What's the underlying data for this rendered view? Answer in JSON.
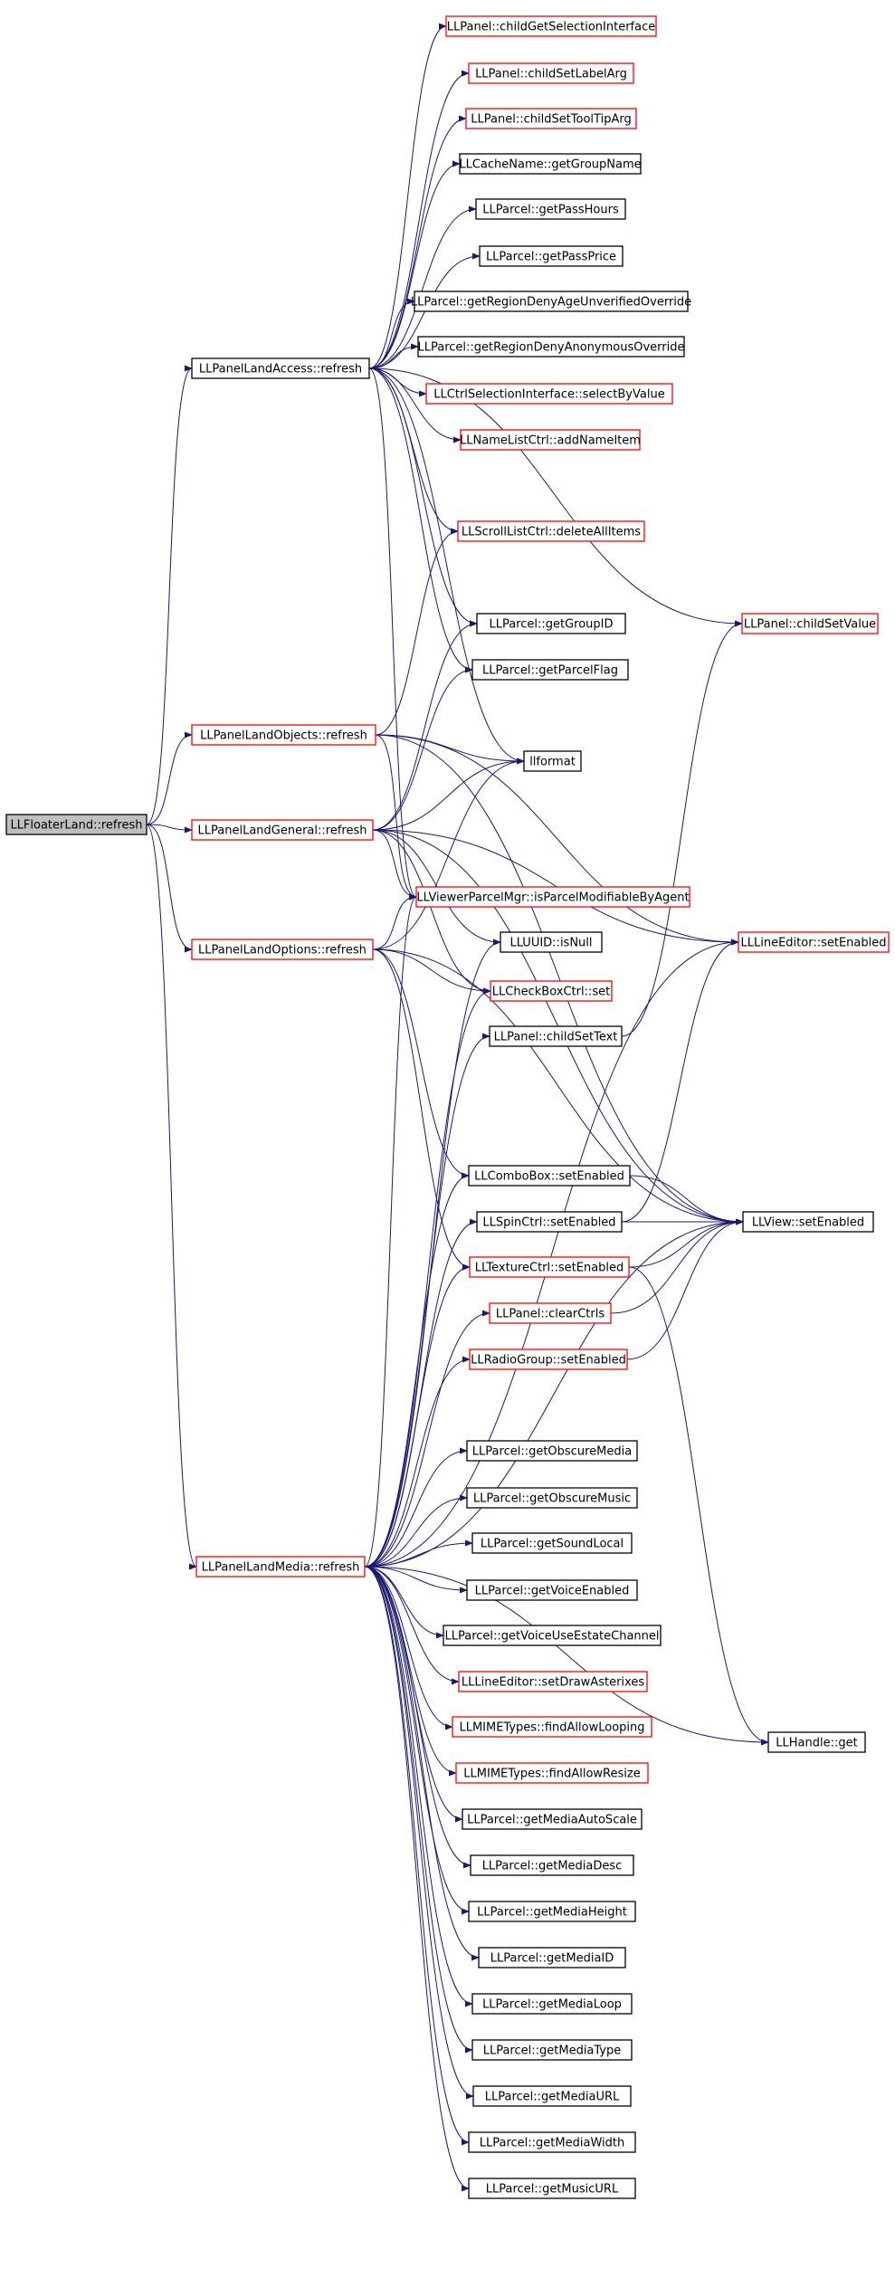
{
  "colors": {
    "edge": "#191970",
    "border_default": "#000000",
    "border_truncated": "#ff0000",
    "root_fill": "#bfbfbf",
    "fill": "#ffffff"
  },
  "nodes": [
    {
      "id": "floater",
      "label": "LLFloaterLand::refresh",
      "style": "root"
    },
    {
      "id": "access",
      "label": "LLPanelLandAccess::refresh",
      "style": "normal"
    },
    {
      "id": "objects",
      "label": "LLPanelLandObjects::refresh",
      "style": "truncated"
    },
    {
      "id": "general",
      "label": "LLPanelLandGeneral::refresh",
      "style": "truncated"
    },
    {
      "id": "options",
      "label": "LLPanelLandOptions::refresh",
      "style": "truncated"
    },
    {
      "id": "media",
      "label": "LLPanelLandMedia::refresh",
      "style": "truncated"
    },
    {
      "id": "childGetSel",
      "label": "LLPanel::childGetSelectionInterface",
      "style": "truncated"
    },
    {
      "id": "childSetLabel",
      "label": "LLPanel::childSetLabelArg",
      "style": "truncated"
    },
    {
      "id": "childSetTool",
      "label": "LLPanel::childSetToolTipArg",
      "style": "truncated"
    },
    {
      "id": "getGroupName",
      "label": "LLCacheName::getGroupName",
      "style": "normal"
    },
    {
      "id": "getPassHours",
      "label": "LLParcel::getPassHours",
      "style": "normal"
    },
    {
      "id": "getPassPrice",
      "label": "LLParcel::getPassPrice",
      "style": "normal"
    },
    {
      "id": "denyAge",
      "label": "LLParcel::getRegionDenyAgeUnverifiedOverride",
      "style": "normal"
    },
    {
      "id": "denyAnon",
      "label": "LLParcel::getRegionDenyAnonymousOverride",
      "style": "normal"
    },
    {
      "id": "selectByValue",
      "label": "LLCtrlSelectionInterface::selectByValue",
      "style": "truncated"
    },
    {
      "id": "addNameItem",
      "label": "LLNameListCtrl::addNameItem",
      "style": "truncated"
    },
    {
      "id": "deleteAll",
      "label": "LLScrollListCtrl::deleteAllItems",
      "style": "truncated"
    },
    {
      "id": "childSetValue",
      "label": "LLPanel::childSetValue",
      "style": "truncated"
    },
    {
      "id": "getGroupID",
      "label": "LLParcel::getGroupID",
      "style": "normal"
    },
    {
      "id": "getParcelFlag",
      "label": "LLParcel::getParcelFlag",
      "style": "normal"
    },
    {
      "id": "llformat",
      "label": "llformat",
      "style": "normal"
    },
    {
      "id": "isModifiable",
      "label": "LLViewerParcelMgr::isParcelModifiableByAgent",
      "style": "truncated"
    },
    {
      "id": "lineEditorEnabled",
      "label": "LLLineEditor::setEnabled",
      "style": "truncated"
    },
    {
      "id": "isNull",
      "label": "LLUUID::isNull",
      "style": "normal"
    },
    {
      "id": "checkBoxSet",
      "label": "LLCheckBoxCtrl::set",
      "style": "truncated"
    },
    {
      "id": "childSetText",
      "label": "LLPanel::childSetText",
      "style": "normal"
    },
    {
      "id": "comboEnabled",
      "label": "LLComboBox::setEnabled",
      "style": "normal"
    },
    {
      "id": "viewEnabled",
      "label": "LLView::setEnabled",
      "style": "normal"
    },
    {
      "id": "spinEnabled",
      "label": "LLSpinCtrl::setEnabled",
      "style": "normal"
    },
    {
      "id": "textureEnabled",
      "label": "LLTextureCtrl::setEnabled",
      "style": "truncated"
    },
    {
      "id": "clearCtrls",
      "label": "LLPanel::clearCtrls",
      "style": "truncated"
    },
    {
      "id": "radioEnabled",
      "label": "LLRadioGroup::setEnabled",
      "style": "truncated"
    },
    {
      "id": "obscureMedia",
      "label": "LLParcel::getObscureMedia",
      "style": "normal"
    },
    {
      "id": "obscureMusic",
      "label": "LLParcel::getObscureMusic",
      "style": "normal"
    },
    {
      "id": "soundLocal",
      "label": "LLParcel::getSoundLocal",
      "style": "normal"
    },
    {
      "id": "voiceEnabled",
      "label": "LLParcel::getVoiceEnabled",
      "style": "normal"
    },
    {
      "id": "voiceEstate",
      "label": "LLParcel::getVoiceUseEstateChannel",
      "style": "normal"
    },
    {
      "id": "drawAsterixes",
      "label": "LLLineEditor::setDrawAsterixes",
      "style": "truncated"
    },
    {
      "id": "allowLooping",
      "label": "LLMIMETypes::findAllowLooping",
      "style": "truncated"
    },
    {
      "id": "allowResize",
      "label": "LLMIMETypes::findAllowResize",
      "style": "truncated"
    },
    {
      "id": "handleGet",
      "label": "LLHandle::get",
      "style": "normal"
    },
    {
      "id": "mediaAutoScale",
      "label": "LLParcel::getMediaAutoScale",
      "style": "normal"
    },
    {
      "id": "mediaDesc",
      "label": "LLParcel::getMediaDesc",
      "style": "normal"
    },
    {
      "id": "mediaHeight",
      "label": "LLParcel::getMediaHeight",
      "style": "normal"
    },
    {
      "id": "mediaID",
      "label": "LLParcel::getMediaID",
      "style": "normal"
    },
    {
      "id": "mediaLoop",
      "label": "LLParcel::getMediaLoop",
      "style": "normal"
    },
    {
      "id": "mediaType",
      "label": "LLParcel::getMediaType",
      "style": "normal"
    },
    {
      "id": "mediaURL",
      "label": "LLParcel::getMediaURL",
      "style": "normal"
    },
    {
      "id": "mediaWidth",
      "label": "LLParcel::getMediaWidth",
      "style": "normal"
    },
    {
      "id": "musicURL",
      "label": "LLParcel::getMusicURL",
      "style": "normal"
    }
  ],
  "edges": [
    [
      "floater",
      "access"
    ],
    [
      "floater",
      "objects"
    ],
    [
      "floater",
      "general"
    ],
    [
      "floater",
      "options"
    ],
    [
      "floater",
      "media"
    ],
    [
      "access",
      "childGetSel"
    ],
    [
      "access",
      "childSetLabel"
    ],
    [
      "access",
      "childSetTool"
    ],
    [
      "access",
      "getGroupName"
    ],
    [
      "access",
      "getPassHours"
    ],
    [
      "access",
      "getPassPrice"
    ],
    [
      "access",
      "denyAge"
    ],
    [
      "access",
      "denyAnon"
    ],
    [
      "access",
      "selectByValue"
    ],
    [
      "access",
      "addNameItem"
    ],
    [
      "access",
      "deleteAll"
    ],
    [
      "access",
      "childSetValue"
    ],
    [
      "access",
      "getGroupID"
    ],
    [
      "access",
      "getParcelFlag"
    ],
    [
      "access",
      "llformat"
    ],
    [
      "access",
      "isModifiable"
    ],
    [
      "objects",
      "deleteAll"
    ],
    [
      "objects",
      "lineEditorEnabled"
    ],
    [
      "objects",
      "llformat"
    ],
    [
      "objects",
      "isModifiable"
    ],
    [
      "objects",
      "viewEnabled"
    ],
    [
      "general",
      "getGroupID"
    ],
    [
      "general",
      "getParcelFlag"
    ],
    [
      "general",
      "llformat"
    ],
    [
      "general",
      "isModifiable"
    ],
    [
      "general",
      "lineEditorEnabled"
    ],
    [
      "general",
      "isNull"
    ],
    [
      "general",
      "checkBoxSet"
    ],
    [
      "general",
      "viewEnabled"
    ],
    [
      "options",
      "llformat"
    ],
    [
      "options",
      "isModifiable"
    ],
    [
      "options",
      "checkBoxSet"
    ],
    [
      "options",
      "comboEnabled"
    ],
    [
      "options",
      "viewEnabled"
    ],
    [
      "options",
      "textureEnabled"
    ],
    [
      "media",
      "isModifiable"
    ],
    [
      "media",
      "isNull"
    ],
    [
      "media",
      "checkBoxSet"
    ],
    [
      "media",
      "childSetText"
    ],
    [
      "media",
      "comboEnabled"
    ],
    [
      "media",
      "spinEnabled"
    ],
    [
      "media",
      "textureEnabled"
    ],
    [
      "media",
      "clearCtrls"
    ],
    [
      "media",
      "radioEnabled"
    ],
    [
      "media",
      "lineEditorEnabled"
    ],
    [
      "media",
      "viewEnabled"
    ],
    [
      "media",
      "obscureMedia"
    ],
    [
      "media",
      "obscureMusic"
    ],
    [
      "media",
      "soundLocal"
    ],
    [
      "media",
      "voiceEnabled"
    ],
    [
      "media",
      "voiceEstate"
    ],
    [
      "media",
      "drawAsterixes"
    ],
    [
      "media",
      "allowLooping"
    ],
    [
      "media",
      "allowResize"
    ],
    [
      "media",
      "mediaAutoScale"
    ],
    [
      "media",
      "mediaDesc"
    ],
    [
      "media",
      "mediaHeight"
    ],
    [
      "media",
      "mediaID"
    ],
    [
      "media",
      "mediaLoop"
    ],
    [
      "media",
      "mediaType"
    ],
    [
      "media",
      "mediaURL"
    ],
    [
      "media",
      "mediaWidth"
    ],
    [
      "media",
      "musicURL"
    ],
    [
      "media",
      "handleGet"
    ],
    [
      "childSetText",
      "childSetValue"
    ],
    [
      "comboEnabled",
      "viewEnabled"
    ],
    [
      "spinEnabled",
      "viewEnabled"
    ],
    [
      "spinEnabled",
      "lineEditorEnabled"
    ],
    [
      "textureEnabled",
      "viewEnabled"
    ],
    [
      "textureEnabled",
      "handleGet"
    ],
    [
      "clearCtrls",
      "viewEnabled"
    ],
    [
      "radioEnabled",
      "viewEnabled"
    ]
  ]
}
